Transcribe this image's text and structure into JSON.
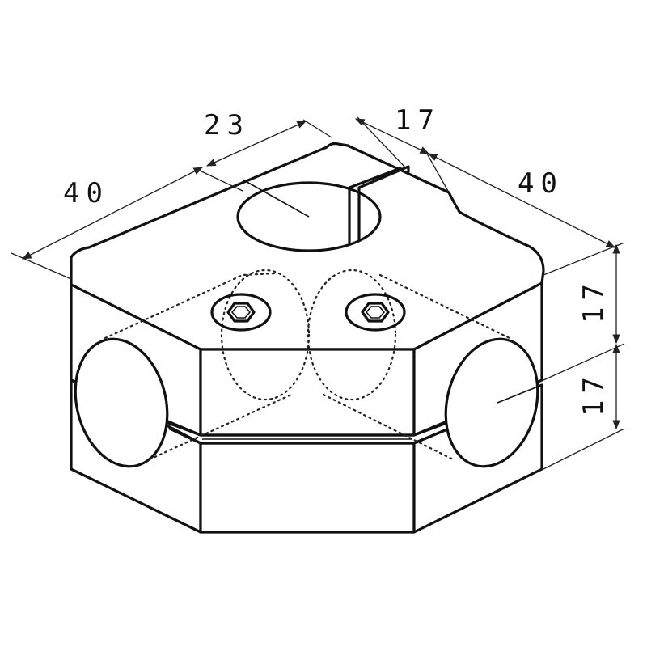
{
  "dimensions": {
    "width_left": "40",
    "bore_center": "23",
    "slot_offset": "17",
    "width_right": "40",
    "height_upper": "17",
    "height_lower": "17"
  }
}
